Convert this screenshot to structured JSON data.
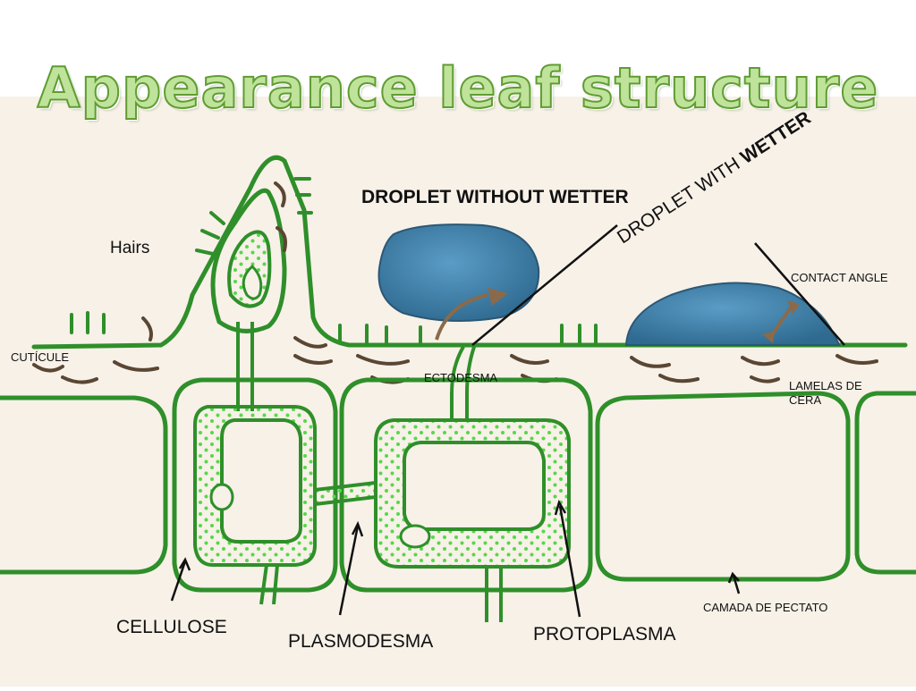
{
  "title": "Appearance leaf structure",
  "labels": {
    "droplet_without": "DROPLET WITHOUT WETTER",
    "droplet_with_a": "DROPLET WITH ",
    "droplet_with_b": "WETTER",
    "hairs": "Hairs",
    "cuticle": "CUTÍCULE",
    "ectodesma": "ECTODESMA",
    "contact_angle": "CONTACT ANGLE",
    "lamelas": "LAMELAS DE CERA",
    "camada": "CAMADA DE PECTATO",
    "cellulose": "CELLULOSE",
    "plasmodesma": "PLASMODESMA",
    "protoplasma": "PROTOPLASMA"
  },
  "colors": {
    "paper": "#f7f1e8",
    "cell_wall": "#2f8f2a",
    "protoplasm_dot": "#56d84a",
    "droplet": "#3f7faa",
    "droplet_edge": "#2b5775",
    "wax": "#5a4632",
    "arrow_brown": "#8a6a4a",
    "title_fill": "#bfe39a",
    "title_stroke": "#5f9c32"
  }
}
